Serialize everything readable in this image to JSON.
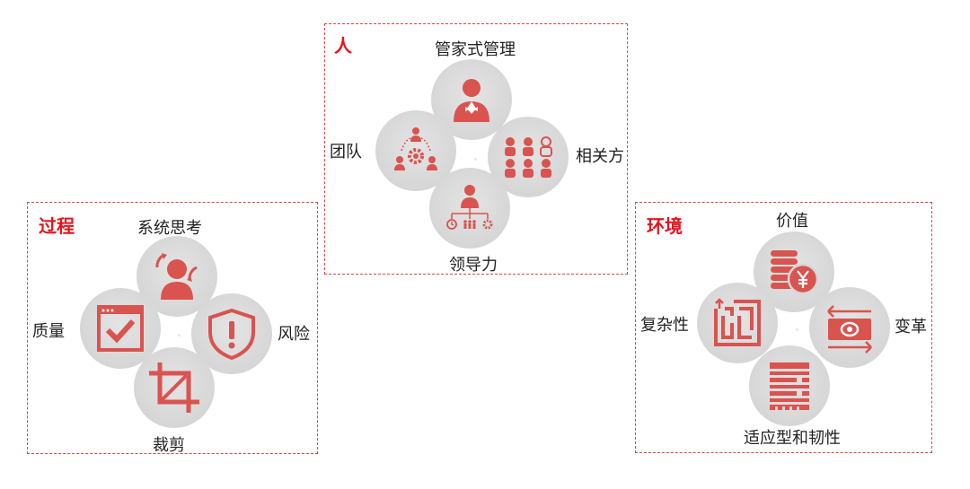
{
  "groups": {
    "people": {
      "title": "人",
      "items": {
        "top": "管家式管理",
        "left": "团队",
        "right": "相关方",
        "bottom": "领导力"
      }
    },
    "process": {
      "title": "过程",
      "items": {
        "top": "系统思考",
        "left": "质量",
        "right": "风险",
        "bottom": "裁剪"
      }
    },
    "environment": {
      "title": "环境",
      "items": {
        "top": "价值",
        "left": "复杂性",
        "right": "变革",
        "bottom": "适应型和韧性"
      }
    }
  },
  "colors": {
    "accent": "#e8121c",
    "icon": "#d9534f",
    "disc": "#d6d6d6",
    "border": "#e0454b"
  },
  "icons": {
    "people": {
      "top": "butler-icon",
      "left": "team-gear-icon",
      "right": "stakeholders-icon",
      "bottom": "leader-org-icon"
    },
    "process": {
      "top": "system-thinking-icon",
      "left": "quality-checkbox-icon",
      "right": "risk-shield-icon",
      "bottom": "crop-icon"
    },
    "environment": {
      "top": "coins-yen-icon",
      "left": "maze-icon",
      "right": "exchange-money-icon",
      "bottom": "adaptive-building-icon"
    }
  }
}
